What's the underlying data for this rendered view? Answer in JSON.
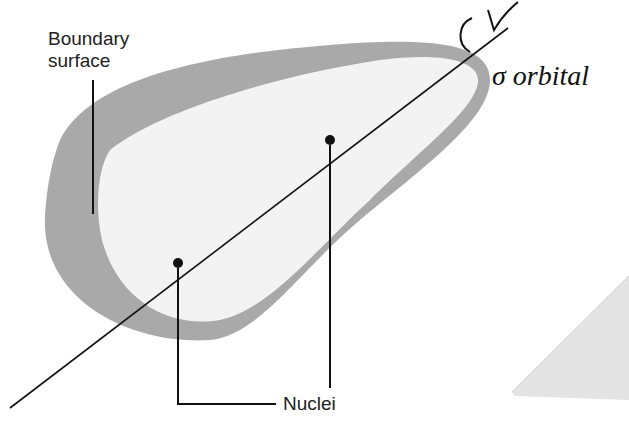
{
  "diagram": {
    "labels": [
      "Boundary surface",
      "Nuclei",
      "σ orbital"
    ]
  }
}
